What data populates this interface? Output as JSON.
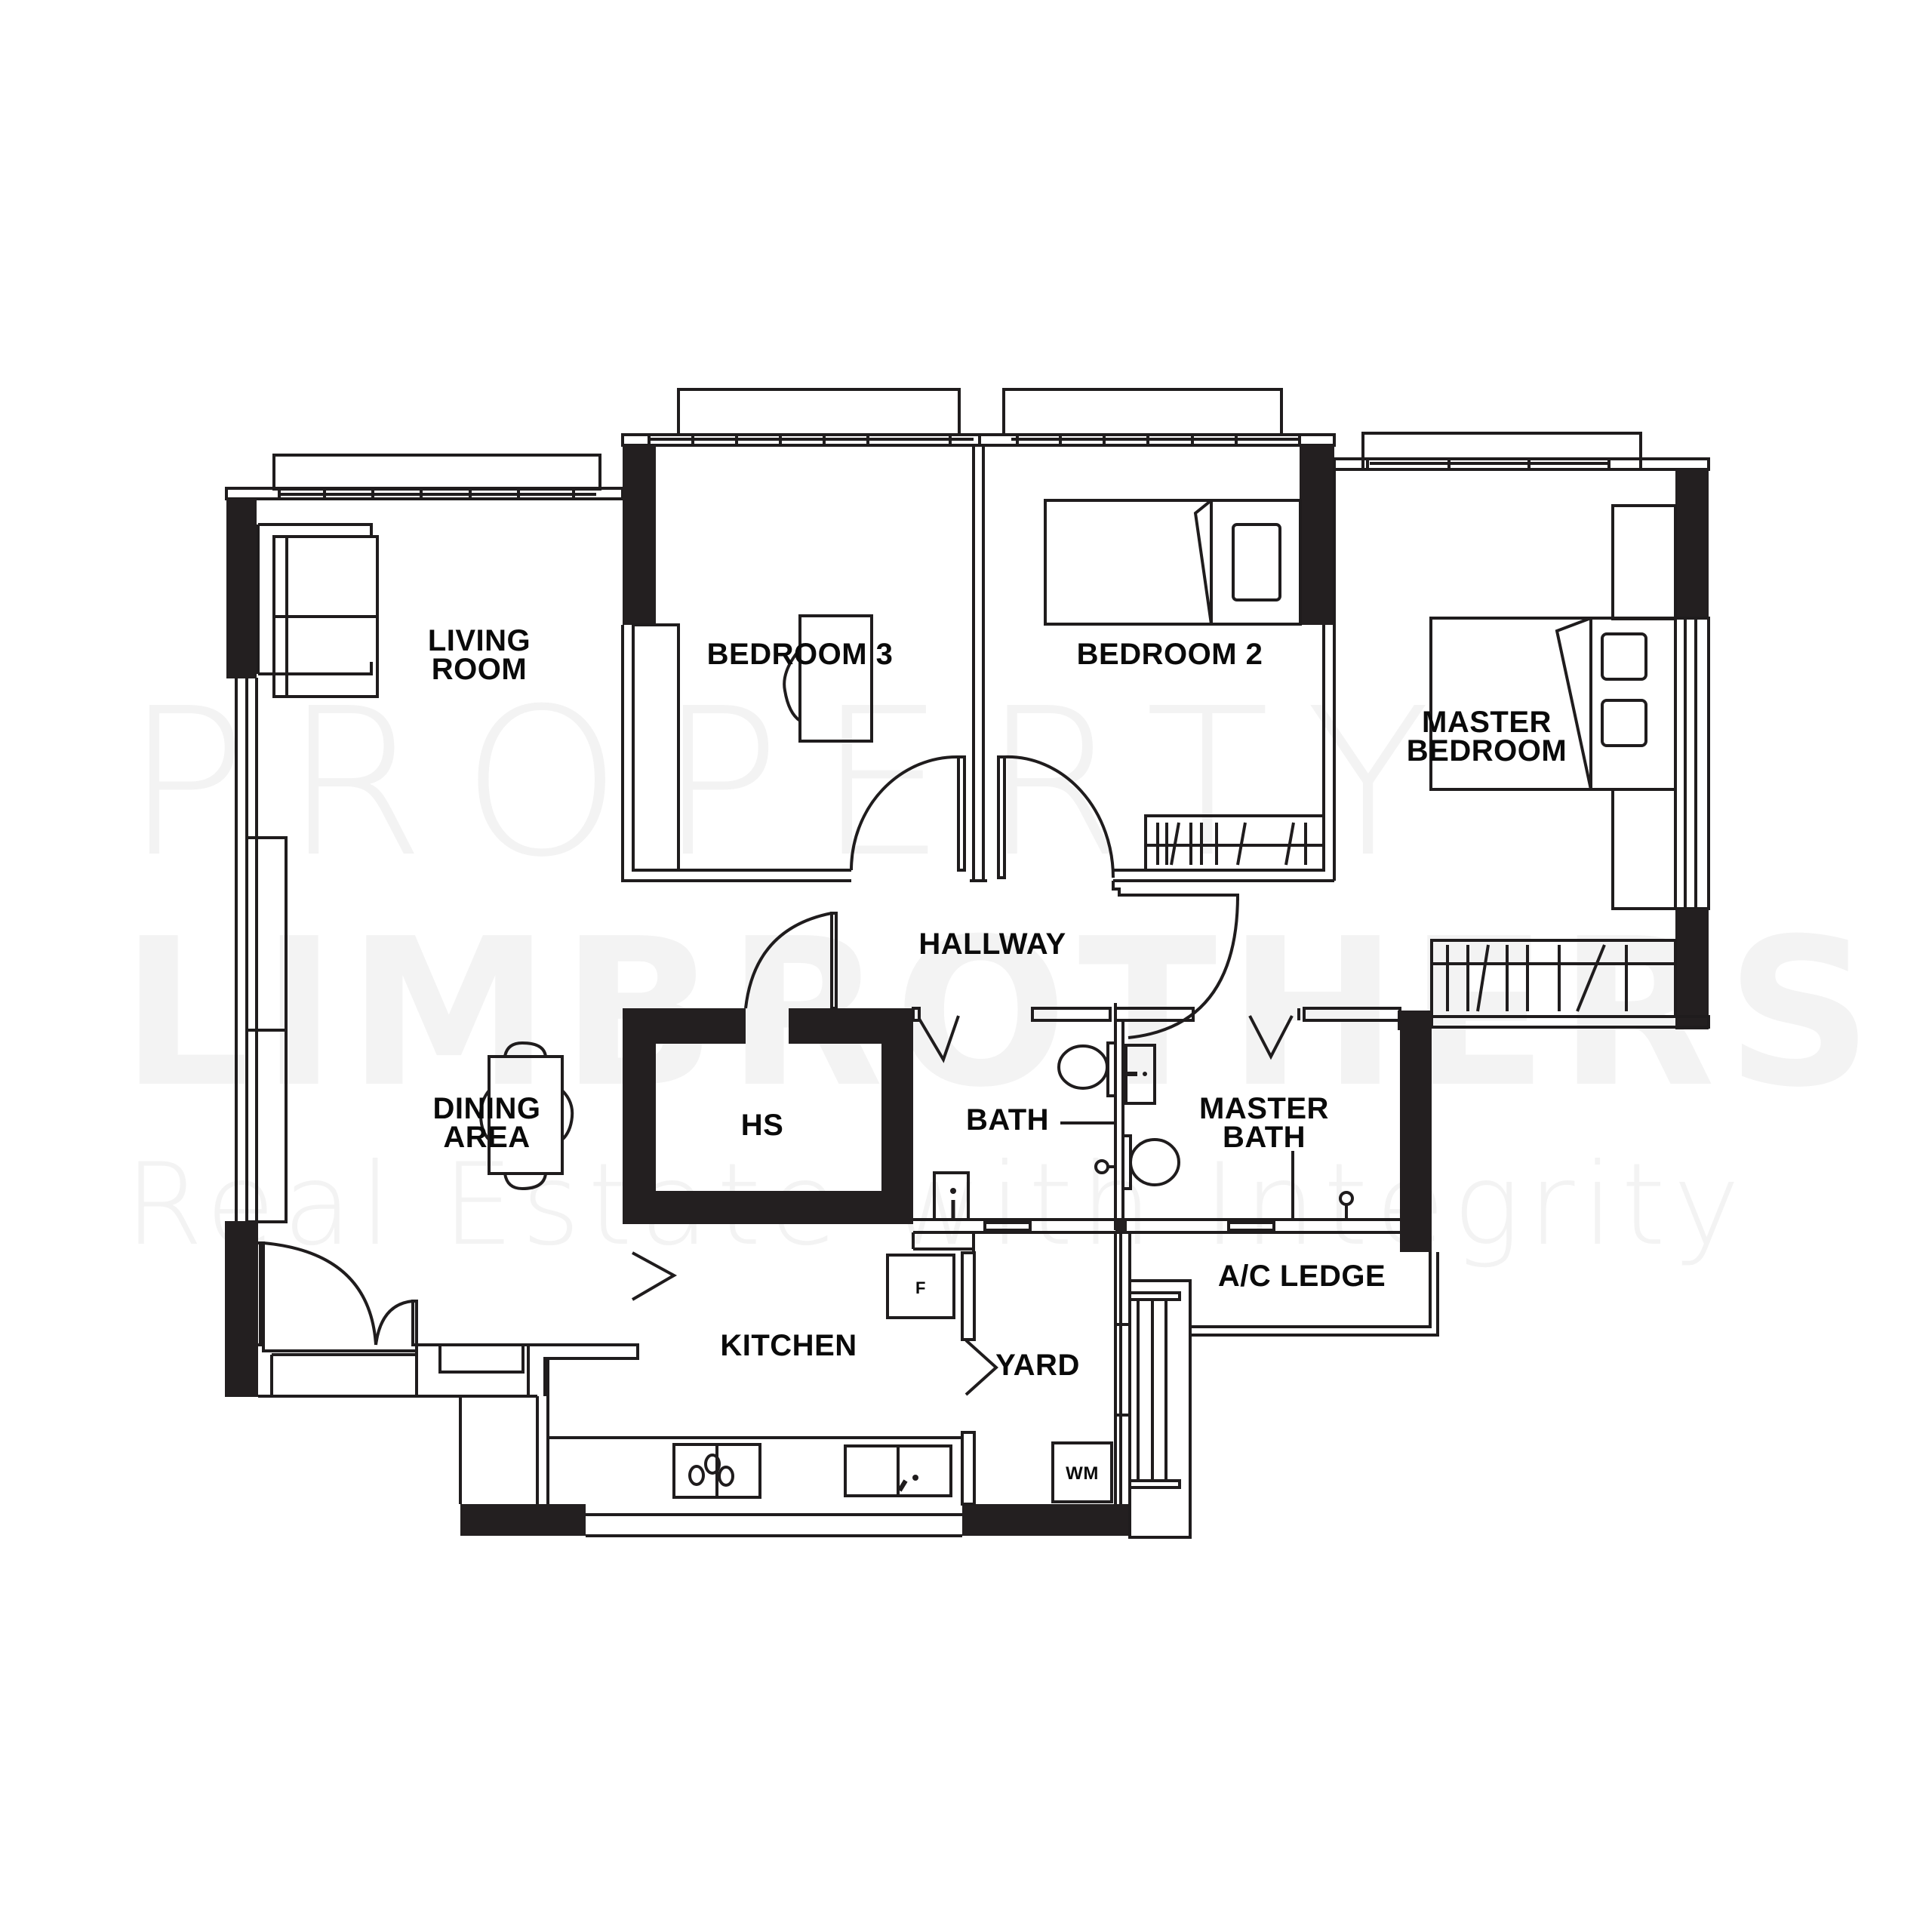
{
  "floorplan": {
    "rooms": {
      "living_room": [
        "LIVING",
        "ROOM"
      ],
      "bedroom_3": "BEDROOM 3",
      "bedroom_2": "BEDROOM 2",
      "master_bedroom": [
        "MASTER",
        "BEDROOM"
      ],
      "hallway": "HALLWAY",
      "dining_area": [
        "DINING",
        "AREA"
      ],
      "hs": "HS",
      "bath": "BATH",
      "master_bath": [
        "MASTER",
        "BATH"
      ],
      "kitchen": "KITCHEN",
      "yard": "YARD",
      "ac_ledge": "A/C LEDGE"
    },
    "appliances": {
      "fridge": "F",
      "washing_machine": "WM"
    },
    "colors": {
      "wall": "#231f20",
      "line": "#1f1c1d",
      "background": "#ffffff",
      "watermark": "#f3f3f3"
    }
  },
  "watermark": {
    "line1": "PROPERTY",
    "line2": "LIMBROTHERS",
    "line3": "Real Estate with Integrity"
  }
}
